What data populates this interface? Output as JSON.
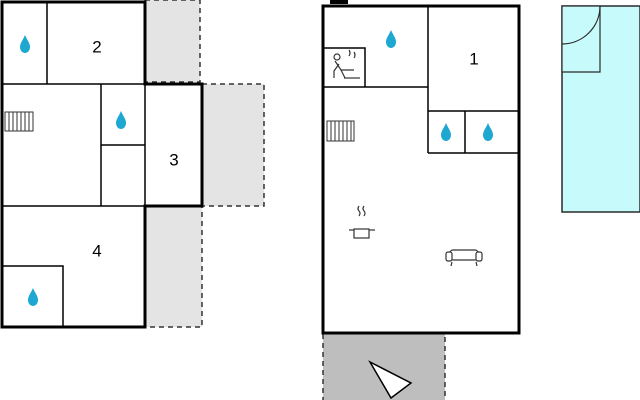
{
  "floor_plan": {
    "rooms": [
      {
        "id": "room-1",
        "label": "1"
      },
      {
        "id": "room-2",
        "label": "2"
      },
      {
        "id": "room-3",
        "label": "3"
      },
      {
        "id": "room-4",
        "label": "4"
      }
    ],
    "icons": {
      "water_drop": "water-drop-icon",
      "stairs": "stairs-icon",
      "sauna": "sauna-icon",
      "kitchen": "cooking-pot-icon",
      "living": "sofa-icon",
      "compass": "north-arrow-icon"
    },
    "colors": {
      "wall": "#000000",
      "terrace_fill": "#e4e4e4",
      "terrace_border": "#333333",
      "pool_fill": "#c7fafa",
      "pool_border": "#2a2a2a",
      "water_drop": "#1ea7d0",
      "paved_area": "#bebebe"
    }
  }
}
